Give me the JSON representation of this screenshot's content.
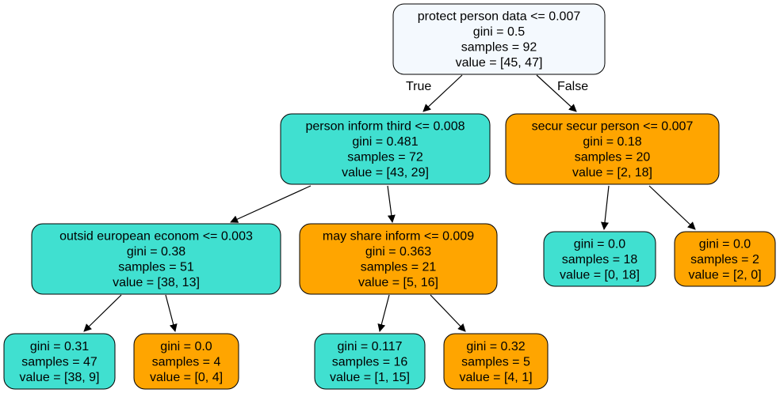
{
  "colors": {
    "root_fill": "#f4f9fe",
    "teal_fill": "#40e0d0",
    "orange_fill": "#ffa500",
    "stroke": "#000000"
  },
  "edge_labels": {
    "true_label": "True",
    "false_label": "False"
  },
  "nodes": [
    {
      "id": "root",
      "fill": "root",
      "lines": [
        "protect person data <= 0.007",
        "gini = 0.5",
        "samples = 92",
        "value = [45, 47]"
      ]
    },
    {
      "id": "n1",
      "fill": "teal",
      "lines": [
        "person inform third <= 0.008",
        "gini = 0.481",
        "samples = 72",
        "value = [43, 29]"
      ]
    },
    {
      "id": "n2",
      "fill": "orange",
      "lines": [
        "secur secur person <= 0.007",
        "gini = 0.18",
        "samples = 20",
        "value = [2, 18]"
      ]
    },
    {
      "id": "n3",
      "fill": "teal",
      "lines": [
        "outsid european econom <= 0.003",
        "gini = 0.38",
        "samples = 51",
        "value = [38, 13]"
      ]
    },
    {
      "id": "n4",
      "fill": "orange",
      "lines": [
        "may share inform <= 0.009",
        "gini = 0.363",
        "samples = 21",
        "value = [5, 16]"
      ]
    },
    {
      "id": "n5",
      "fill": "teal",
      "lines": [
        "gini = 0.0",
        "samples = 18",
        "value = [0, 18]"
      ]
    },
    {
      "id": "n6",
      "fill": "orange",
      "lines": [
        "gini = 0.0",
        "samples = 2",
        "value = [2, 0]"
      ]
    },
    {
      "id": "n7",
      "fill": "teal",
      "lines": [
        "gini = 0.31",
        "samples = 47",
        "value = [38, 9]"
      ]
    },
    {
      "id": "n8",
      "fill": "orange",
      "lines": [
        "gini = 0.0",
        "samples = 4",
        "value = [0, 4]"
      ]
    },
    {
      "id": "n9",
      "fill": "teal",
      "lines": [
        "gini = 0.117",
        "samples = 16",
        "value = [1, 15]"
      ]
    },
    {
      "id": "n10",
      "fill": "orange",
      "lines": [
        "gini = 0.32",
        "samples = 5",
        "value = [4, 1]"
      ]
    }
  ],
  "edges": [
    {
      "from": "root",
      "to": "n1"
    },
    {
      "from": "root",
      "to": "n2"
    },
    {
      "from": "n1",
      "to": "n3"
    },
    {
      "from": "n1",
      "to": "n4"
    },
    {
      "from": "n2",
      "to": "n5"
    },
    {
      "from": "n2",
      "to": "n6"
    },
    {
      "from": "n3",
      "to": "n7"
    },
    {
      "from": "n3",
      "to": "n8"
    },
    {
      "from": "n4",
      "to": "n9"
    },
    {
      "from": "n4",
      "to": "n10"
    }
  ]
}
